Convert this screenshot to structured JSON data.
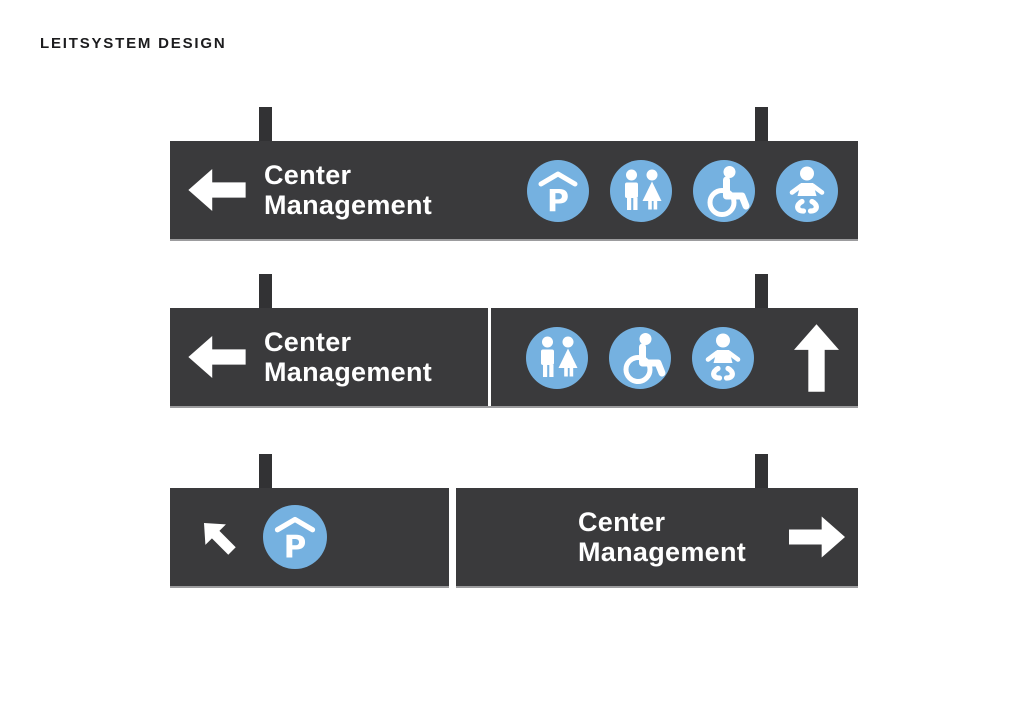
{
  "page": {
    "title": "LEITSYSTEM DESIGN"
  },
  "colors": {
    "canvas": "#ffffff",
    "sign-bg": "#3a3a3c",
    "post": "#323234",
    "icon-blue": "#75b1e0",
    "glyph": "#ffffff",
    "label-text": "#ffffff",
    "title-text": "#1c1c1e",
    "divider": "#ffffff"
  },
  "icon_letters": {
    "covered-parking": "P"
  },
  "signs": [
    {
      "name": "sign-1",
      "direction": "left",
      "label": {
        "line1": "Center",
        "line2": "Management"
      },
      "icons": [
        "covered-parking",
        "wc",
        "wheelchair",
        "baby-changing"
      ]
    },
    {
      "name": "sign-2",
      "direction_primary": "left",
      "label": {
        "line1": "Center",
        "line2": "Management"
      },
      "icons": [
        "wc",
        "wheelchair",
        "baby-changing"
      ],
      "direction_secondary": "up"
    },
    {
      "name": "sign-3",
      "panels": {
        "left": {
          "direction": "up-left",
          "icons": [
            "covered-parking"
          ]
        },
        "right": {
          "label": {
            "line1": "Center",
            "line2": "Management"
          },
          "direction": "right"
        }
      }
    }
  ]
}
